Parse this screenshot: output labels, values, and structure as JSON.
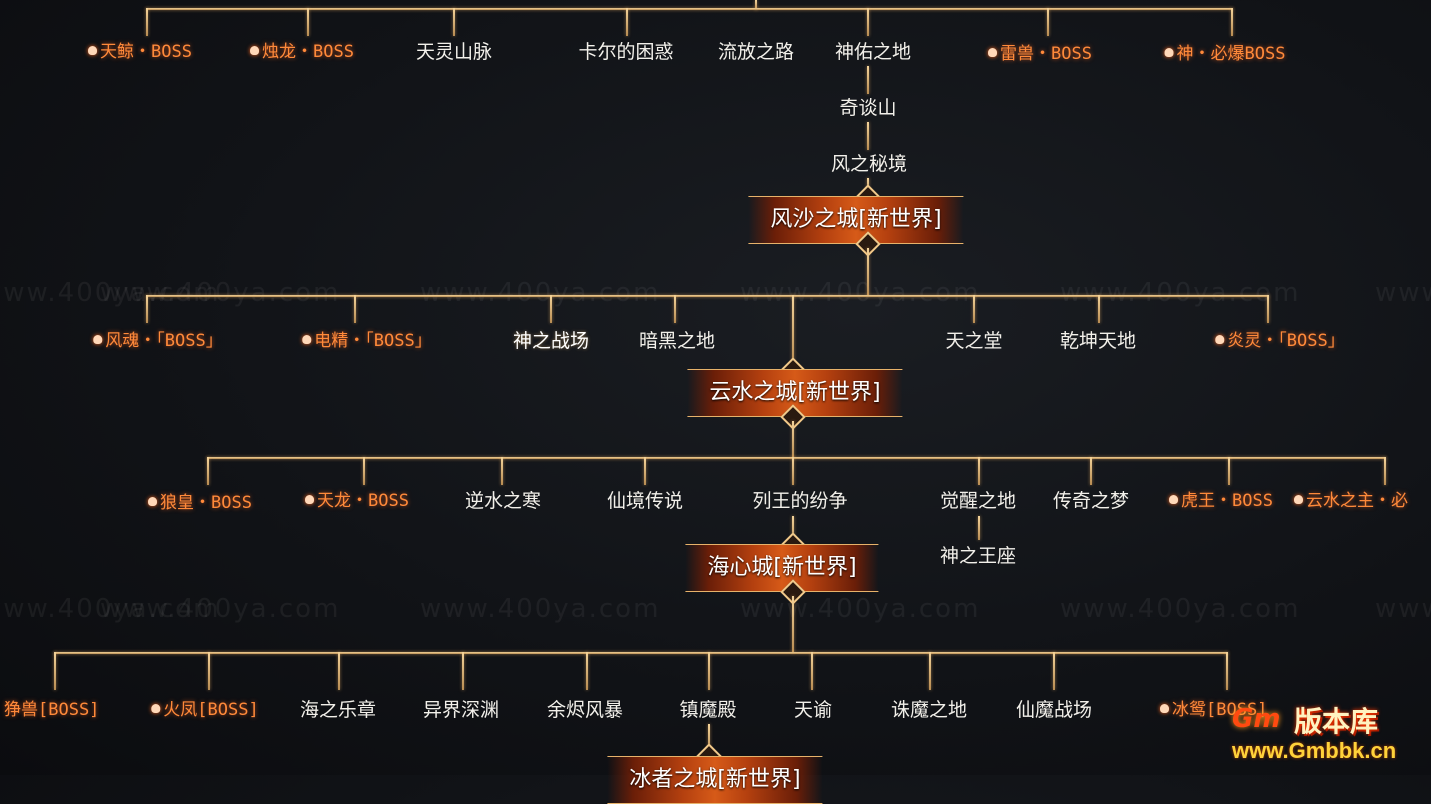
{
  "watermark": "www.400ya.com",
  "logo": {
    "mark": "Gm",
    "brand": "版本库",
    "url": "www.Gmbbk.cn"
  },
  "tiers": [
    {
      "city": null,
      "nodes": [
        {
          "label": "天鲸・BOSS",
          "boss": true
        },
        {
          "label": "烛龙・BOSS",
          "boss": true
        },
        {
          "label": "天灵山脉",
          "boss": false
        },
        {
          "label": "卡尔的困惑",
          "boss": false
        },
        {
          "label": "流放之路",
          "boss": false
        },
        {
          "label": "神佑之地",
          "boss": false
        },
        {
          "label": "雷兽・BOSS",
          "boss": true
        },
        {
          "label": "神・必爆BOSS",
          "boss": true
        }
      ],
      "sub_nodes": [
        "奇谈山",
        "风之秘境"
      ]
    },
    {
      "city": "风沙之城[新世界]",
      "nodes": [
        {
          "label": "风魂・「BOSS」",
          "boss": true
        },
        {
          "label": "电精・「BOSS」",
          "boss": true
        },
        {
          "label": "神之战场",
          "boss": false
        },
        {
          "label": "暗黑之地",
          "boss": false
        },
        {
          "label": "天之堂",
          "boss": false
        },
        {
          "label": "乾坤天地",
          "boss": false
        },
        {
          "label": "炎灵・「BOSS」",
          "boss": true
        }
      ]
    },
    {
      "city": "云水之城[新世界]",
      "nodes": [
        {
          "label": "狼皇・BOSS",
          "boss": true
        },
        {
          "label": "天龙・BOSS",
          "boss": true
        },
        {
          "label": "逆水之寒",
          "boss": false
        },
        {
          "label": "仙境传说",
          "boss": false
        },
        {
          "label": "列王的纷争",
          "boss": false
        },
        {
          "label": "觉醒之地",
          "boss": false
        },
        {
          "label": "传奇之梦",
          "boss": false
        },
        {
          "label": "虎王・BOSS",
          "boss": true
        },
        {
          "label": "云水之主・必",
          "boss": true
        }
      ],
      "sub_nodes": [
        "神之王座"
      ]
    },
    {
      "city": "海心城[新世界]",
      "nodes": [
        {
          "label": "狰兽[BOSS]",
          "boss": true
        },
        {
          "label": "火凤[BOSS]",
          "boss": true
        },
        {
          "label": "海之乐章",
          "boss": false
        },
        {
          "label": "异界深渊",
          "boss": false
        },
        {
          "label": "余烬风暴",
          "boss": false
        },
        {
          "label": "镇魔殿",
          "boss": false
        },
        {
          "label": "天谕",
          "boss": false
        },
        {
          "label": "诛魔之地",
          "boss": false
        },
        {
          "label": "仙魔战场",
          "boss": false
        },
        {
          "label": "冰鸳[BOSS]",
          "boss": true
        }
      ]
    },
    {
      "city": "冰者之城[新世界]",
      "nodes": []
    }
  ]
}
